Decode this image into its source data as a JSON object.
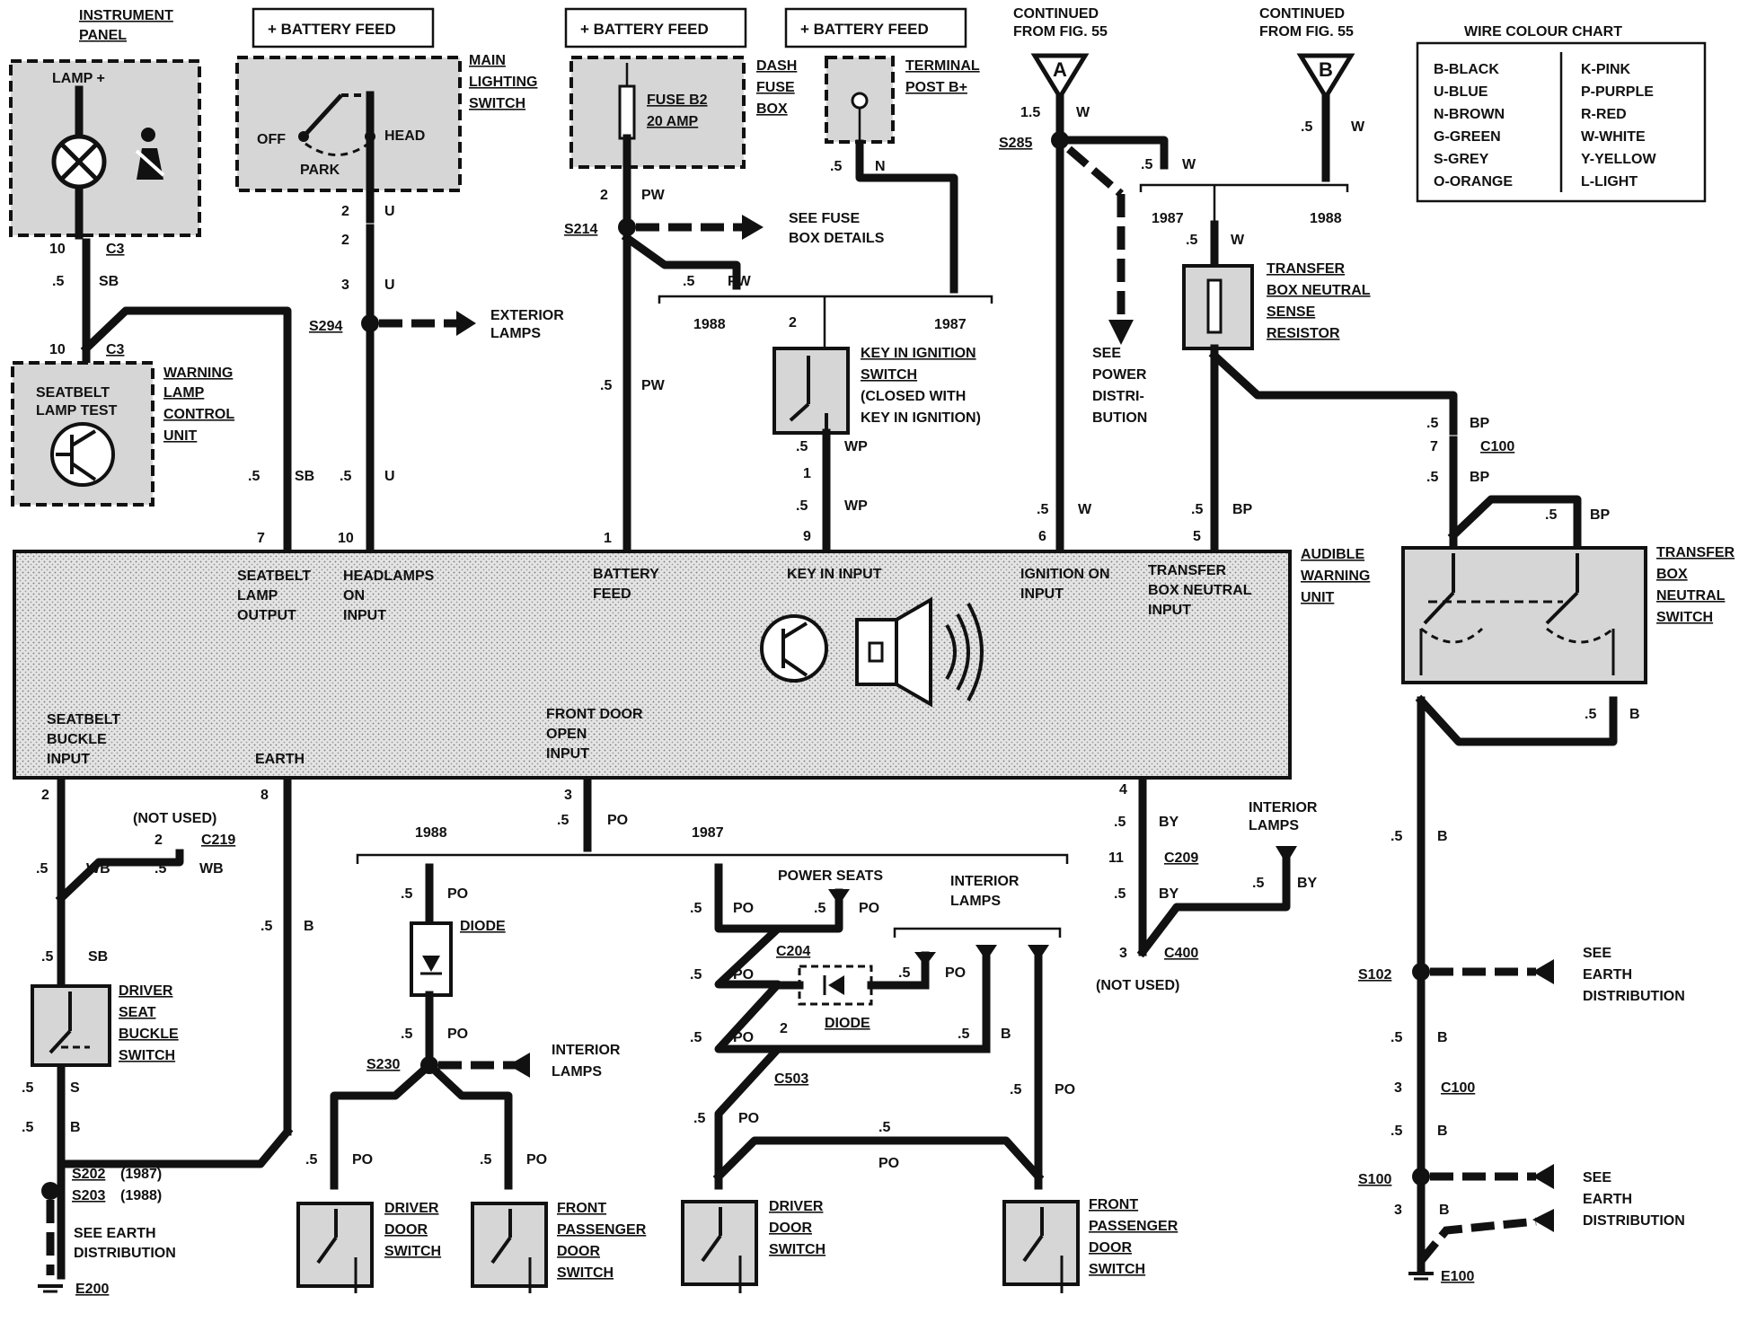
{
  "colors": {
    "wire": "#111111",
    "fill": "#d6d6d6",
    "background": "#ffffff"
  },
  "feeds": {
    "battery_feed_1": "+ BATTERY FEED",
    "battery_feed_2": "+ BATTERY FEED",
    "battery_feed_3": "+ BATTERY FEED"
  },
  "continued": {
    "a_label": "CONTINUED FROM FIG. 55",
    "a_letter": "A",
    "b_label": "CONTINUED FROM FIG. 55",
    "b_letter": "B"
  },
  "colour_chart": {
    "title": "WIRE COLOUR CHART",
    "left": [
      "B-BLACK",
      "U-BLUE",
      "N-BROWN",
      "G-GREEN",
      "S-GREY",
      "O-ORANGE"
    ],
    "right": [
      "K-PINK",
      "P-PURPLE",
      "R-RED",
      "W-WHITE",
      "Y-YELLOW",
      "L-LIGHT"
    ]
  },
  "components": {
    "instrument_panel": "INSTRUMENT PANEL",
    "lamp_plus": "LAMP +",
    "main_lighting_switch": "MAIN LIGHTING SWITCH",
    "off": "OFF",
    "park": "PARK",
    "head": "HEAD",
    "dash_fuse_box": "DASH FUSE BOX",
    "fuse": "FUSE B2 20 AMP",
    "terminal_post": "TERMINAL POST B+",
    "warning_lamp_ctrl": "WARNING LAMP CONTROL UNIT",
    "seatbelt_lamp_test": "SEATBELT LAMP TEST",
    "exterior_lamps": "EXTERIOR LAMPS",
    "see_fuse_box": "SEE FUSE BOX DETAILS",
    "key_in_ignition": "KEY IN IGNITION SWITCH (CLOSED WITH KEY IN IGNITION)",
    "see_power_dist": "SEE POWER DISTRI- BUTION",
    "tb_resistor": "TRANSFER BOX NEUTRAL SENSE RESISTOR",
    "audible_warning": "AUDIBLE WARNING UNIT",
    "tb_switch": "TRANSFER BOX NEUTRAL SWITCH",
    "awu_seatbelt_lamp": "SEATBELT LAMP OUTPUT",
    "awu_headlamps": "HEADLAMPS ON INPUT",
    "awu_battery": "BATTERY FEED",
    "awu_key": "KEY IN INPUT",
    "awu_ign": "IGNITION ON INPUT",
    "awu_tb": "TRANSFER BOX NEUTRAL INPUT",
    "awu_buckle": "SEATBELT BUCKLE INPUT",
    "awu_earth": "EARTH",
    "awu_front_door": "FRONT DOOR OPEN INPUT",
    "not_used_1": "(NOT USED)",
    "not_used_2": "(NOT USED)",
    "driver_buckle": "DRIVER SEAT BUCKLE SWITCH",
    "see_earth_1": "SEE EARTH DISTRIBUTION",
    "see_earth_2": "SEE EARTH DISTRIBUTION",
    "see_earth_3": "SEE EARTH DISTRIBUTION",
    "diode_1": "DIODE",
    "diode_2": "DIODE",
    "interior_lamps_1": "INTERIOR LAMPS",
    "interior_lamps_2": "INTERIOR LAMPS",
    "interior_lamps_3": "INTERIOR LAMPS",
    "power_seats": "POWER SEATS",
    "driver_door_1": "DRIVER DOOR SWITCH",
    "front_pass_door_1": "FRONT PASSENGER DOOR SWITCH",
    "driver_door_2": "DRIVER DOOR SWITCH",
    "front_pass_door_2": "FRONT PASSENGER DOOR SWITCH"
  },
  "splices": {
    "s294": "S294",
    "s214": "S214",
    "s285": "S285",
    "s230": "S230",
    "s102": "S102",
    "s100": "S100",
    "s202": "S202",
    "s203": "S203",
    "s202_yr": "(1987)",
    "s203_yr": "(1988)"
  },
  "connectors": {
    "c3a": "C3",
    "c3b": "C3",
    "c100a": "C100",
    "c100b": "C100",
    "c209": "C209",
    "c400": "C400",
    "c219": "C219",
    "c204": "C204",
    "c503": "C503",
    "e200": "E200",
    "e100": "E100"
  },
  "years": {
    "y1988a": "1988",
    "y1987a": "1987",
    "y1987b": "1987",
    "y1988b": "1988",
    "y1988c": "1988",
    "y1987c": "1987"
  },
  "wire_labels": [
    {
      "t": "10"
    },
    {
      "t": ".5"
    },
    {
      "t": "SB"
    },
    {
      "t": "10"
    },
    {
      "t": ".5"
    },
    {
      "t": "SB"
    },
    {
      "t": "7"
    },
    {
      "t": "2"
    },
    {
      "t": "U"
    },
    {
      "t": "2"
    },
    {
      "t": "3"
    },
    {
      "t": "U"
    },
    {
      "t": ".5"
    },
    {
      "t": "U"
    },
    {
      "t": "10"
    },
    {
      "t": "2"
    },
    {
      "t": "PW"
    },
    {
      "t": ".5"
    },
    {
      "t": "PW"
    },
    {
      "t": ".5"
    },
    {
      "t": "PW"
    },
    {
      "t": "1"
    },
    {
      "t": ".5"
    },
    {
      "t": "N"
    },
    {
      "t": "2"
    },
    {
      "t": ".5"
    },
    {
      "t": "WP"
    },
    {
      "t": "1"
    },
    {
      "t": ".5"
    },
    {
      "t": "WP"
    },
    {
      "t": "9"
    },
    {
      "t": "1.5"
    },
    {
      "t": "W"
    },
    {
      "t": ".5"
    },
    {
      "t": "W"
    },
    {
      "t": ".5"
    },
    {
      "t": "W"
    },
    {
      "t": ".5"
    },
    {
      "t": "W"
    },
    {
      "t": ".5"
    },
    {
      "t": "W"
    },
    {
      "t": "6"
    },
    {
      "t": ".5"
    },
    {
      "t": "BP"
    },
    {
      "t": "5"
    },
    {
      "t": ".5"
    },
    {
      "t": "BP"
    },
    {
      "t": "7"
    },
    {
      "t": ".5"
    },
    {
      "t": "BP"
    },
    {
      "t": ".5"
    },
    {
      "t": "BP"
    },
    {
      "t": ".5"
    },
    {
      "t": "B"
    },
    {
      "t": ".5"
    },
    {
      "t": "B"
    },
    {
      "t": ".5"
    },
    {
      "t": "B"
    },
    {
      "t": "3"
    },
    {
      "t": ".5"
    },
    {
      "t": "B"
    },
    {
      "t": "3"
    },
    {
      "t": "B"
    },
    {
      "t": "2"
    },
    {
      "t": ".5"
    },
    {
      "t": "WB"
    },
    {
      "t": "2"
    },
    {
      "t": ".5"
    },
    {
      "t": "WB"
    },
    {
      "t": ".5"
    },
    {
      "t": "SB"
    },
    {
      "t": ".5"
    },
    {
      "t": "S"
    },
    {
      "t": ".5"
    },
    {
      "t": "B"
    },
    {
      "t": "8"
    },
    {
      "t": ".5"
    },
    {
      "t": "B"
    },
    {
      "t": "3"
    },
    {
      "t": ".5"
    },
    {
      "t": "PO"
    },
    {
      "t": ".5"
    },
    {
      "t": "PO"
    },
    {
      "t": ".5"
    },
    {
      "t": "PO"
    },
    {
      "t": ".5"
    },
    {
      "t": "PO"
    },
    {
      "t": ".5"
    },
    {
      "t": "PO"
    },
    {
      "t": ".5"
    },
    {
      "t": "PO"
    },
    {
      "t": ".5"
    },
    {
      "t": "PO"
    },
    {
      "t": ".5"
    },
    {
      "t": "PO"
    },
    {
      "t": ".5"
    },
    {
      "t": "PO"
    },
    {
      "t": "2"
    },
    {
      "t": ".5"
    },
    {
      "t": "PO"
    },
    {
      "t": ".5"
    },
    {
      "t": "PO"
    },
    {
      "t": ".5"
    },
    {
      "t": "PO"
    },
    {
      "t": ".5"
    },
    {
      "t": "B"
    },
    {
      "t": ".5"
    },
    {
      "t": "PO"
    },
    {
      "t": ".5"
    },
    {
      "t": "PO"
    },
    {
      "t": "4"
    },
    {
      "t": ".5"
    },
    {
      "t": "BY"
    },
    {
      "t": "11"
    },
    {
      "t": ".5"
    },
    {
      "t": "BY"
    },
    {
      "t": "3"
    },
    {
      "t": ".5"
    },
    {
      "t": "BY"
    }
  ]
}
